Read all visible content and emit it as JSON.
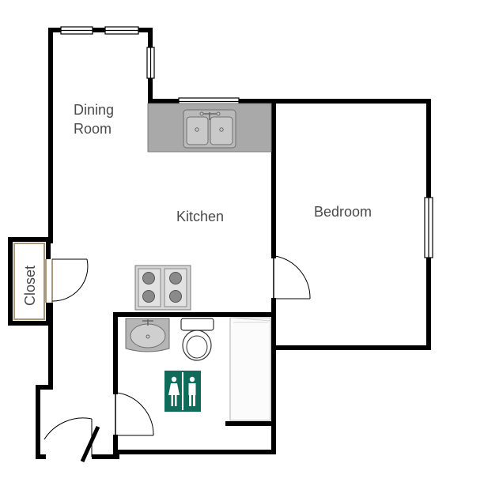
{
  "rooms": {
    "dining": {
      "line1": "Dining",
      "line2": "Room"
    },
    "kitchen": "Kitchen",
    "bedroom": "Bedroom",
    "closet": "Closet"
  },
  "colors": {
    "wall": "#000000",
    "counter": "#a8a8a8",
    "sink_basin": "#c8c8c8",
    "burner": "#8a8a8a",
    "window_fill": "#ffffff",
    "closet_frame": "#a89a7a",
    "restroom_sign": "#0f6b5a"
  },
  "icons": {
    "restroom": "restroom-sign-icon",
    "kitchen_sink": "double-sink-icon",
    "stove": "stove-icon",
    "toilet": "toilet-icon",
    "bathroom_sink": "bathroom-sink-icon",
    "bathtub": "bathtub-icon"
  }
}
